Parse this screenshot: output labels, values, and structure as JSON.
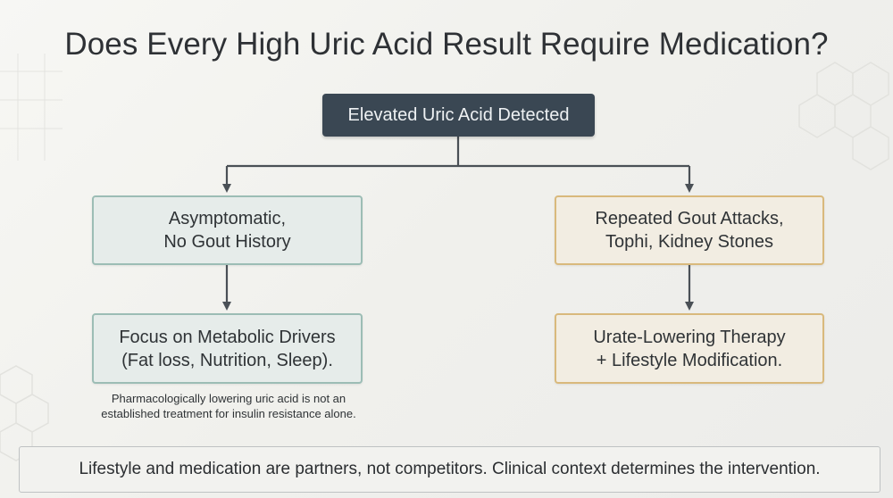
{
  "title": "Does Every High Uric Acid Result Require Medication?",
  "root": {
    "label": "Elevated Uric Acid Detected"
  },
  "left": {
    "condition": [
      "Asymptomatic,",
      "No Gout History"
    ],
    "action": [
      "Focus on Metabolic Drivers",
      "(Fat loss, Nutrition, Sleep)."
    ],
    "note": [
      "Pharmacologically lowering uric acid is not an",
      "established treatment for insulin resistance alone."
    ]
  },
  "right": {
    "condition": [
      "Repeated Gout Attacks,",
      "Tophi, Kidney Stones"
    ],
    "action": [
      "Urate-Lowering Therapy",
      "+ Lifestyle Modification."
    ]
  },
  "footer": "Lifestyle and medication are partners, not competitors. Clinical context determines the intervention.",
  "colors": {
    "root_fill": "#3a4753",
    "left_border": "#9cbdb5",
    "right_border": "#d9b97c",
    "connector": "#4a5056"
  }
}
